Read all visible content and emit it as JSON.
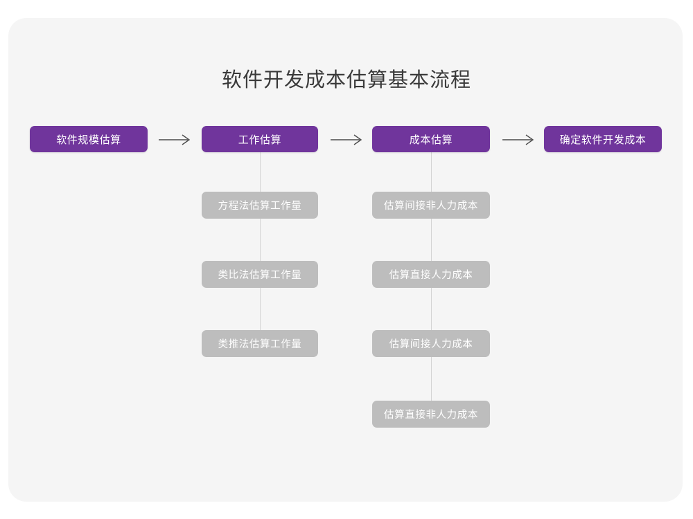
{
  "page": {
    "title": "软件开发成本估算基本流程",
    "background_color": "#ffffff",
    "card_color": "#f5f5f5",
    "accent_color": "#70359c",
    "secondary_color": "#bdbdbd",
    "connector_color": "#d4d4d4",
    "title_color": "#3a3a3a"
  },
  "flow": {
    "main_steps": [
      {
        "id": "scale",
        "label": "软件规模估算"
      },
      {
        "id": "effort",
        "label": "工作估算"
      },
      {
        "id": "cost",
        "label": "成本估算"
      },
      {
        "id": "final",
        "label": "确定软件开发成本"
      }
    ],
    "arrows": [
      {
        "id": "arrow-1",
        "name": "arrow-right-icon",
        "from": "scale",
        "to": "effort"
      },
      {
        "id": "arrow-2",
        "name": "arrow-right-icon",
        "from": "effort",
        "to": "cost"
      },
      {
        "id": "arrow-3",
        "name": "arrow-right-icon",
        "from": "cost",
        "to": "final"
      }
    ],
    "branches": [
      {
        "parent": "effort",
        "items": [
          {
            "id": "eq",
            "label": "方程法估算工作量"
          },
          {
            "id": "ana",
            "label": "类比法估算工作量"
          },
          {
            "id": "ext",
            "label": "类推法估算工作量"
          }
        ]
      },
      {
        "parent": "cost",
        "items": [
          {
            "id": "inl",
            "label": "估算间接非人力成本"
          },
          {
            "id": "dl",
            "label": "估算直接人力成本"
          },
          {
            "id": "il",
            "label": "估算间接人力成本"
          },
          {
            "id": "dnl",
            "label": "估算直接非人力成本"
          }
        ]
      }
    ]
  }
}
